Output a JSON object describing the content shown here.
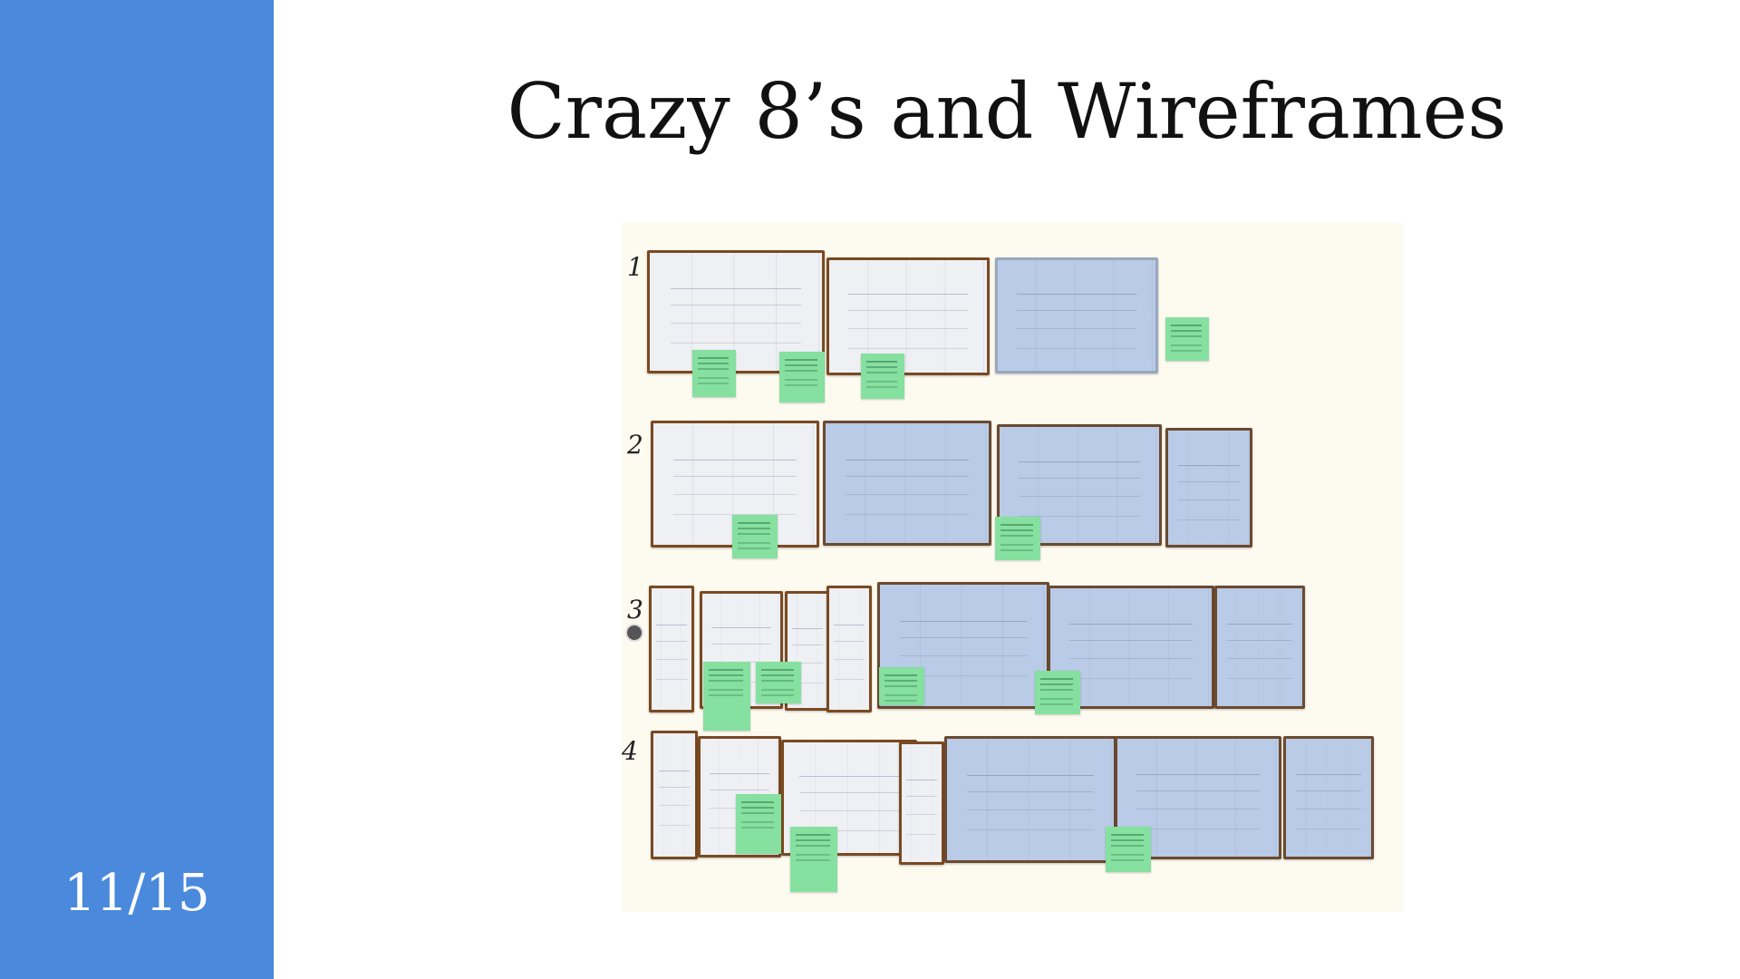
{
  "slide": {
    "title": "Crazy 8’s and Wireframes",
    "page_number": "11/15",
    "sidebar_color": "#4a89dc"
  },
  "photo": {
    "rows": [
      {
        "label": "1"
      },
      {
        "label": "2"
      },
      {
        "label": "3"
      },
      {
        "label": "4"
      }
    ],
    "sticky_color": "#86e0a0"
  }
}
